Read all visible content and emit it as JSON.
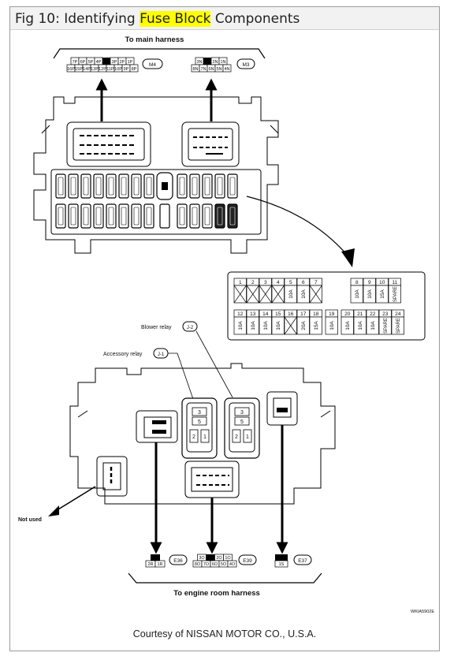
{
  "title": {
    "prefix": "Fig 10: Identifying ",
    "highlight": "Fuse Block",
    "suffix": " Components"
  },
  "labels": {
    "main_harness": "To main harness",
    "engine_harness": "To engine room harness",
    "blower_relay": "Blower relay",
    "blower_relay_id": "J-2",
    "accessory_relay": "Accessory relay",
    "accessory_relay_id": "J-1",
    "not_used": "Not used",
    "figure_code": "WKIA5902E",
    "credit": "Courtesy of NISSAN MOTOR CO., U.S.A."
  },
  "connectors": {
    "m4": {
      "id": "M4",
      "top": [
        "7P",
        "6P",
        "5P",
        "4P",
        "",
        "3P",
        "2P",
        "1P"
      ],
      "bottom": [
        "16P",
        "15P",
        "14P",
        "13P",
        "12P",
        "11P",
        "10P",
        "9P",
        "8P"
      ]
    },
    "m3": {
      "id": "M3",
      "top": [
        "3N",
        "",
        "2N",
        "1N"
      ],
      "bottom": [
        "8N",
        "7N",
        "6N",
        "5N",
        "4N"
      ]
    },
    "e36": {
      "id": "E36",
      "top": [
        ""
      ],
      "bottom": [
        "2R",
        "1R"
      ]
    },
    "e39": {
      "id": "E39",
      "top": [
        "3O",
        "",
        "2O",
        "1O"
      ],
      "bottom": [
        "8O",
        "7O",
        "6O",
        "5O",
        "4O"
      ]
    },
    "e37": {
      "id": "E37",
      "top": [
        ""
      ],
      "bottom": [
        "1S"
      ]
    }
  },
  "relays": {
    "pin_top": "3",
    "pin_mid": "5",
    "pin_left": "2",
    "pin_right": "1"
  },
  "fuse_table": {
    "row1": [
      {
        "num": "1",
        "val": ""
      },
      {
        "num": "2",
        "val": ""
      },
      {
        "num": "3",
        "val": ""
      },
      {
        "num": "4",
        "val": ""
      },
      {
        "num": "5",
        "val": "10A"
      },
      {
        "num": "6",
        "val": "10A"
      },
      {
        "num": "7",
        "val": ""
      },
      {
        "num": "8",
        "val": "10A"
      },
      {
        "num": "9",
        "val": "10A"
      },
      {
        "num": "10",
        "val": "15A"
      },
      {
        "num": "11",
        "val": "SPARE"
      }
    ],
    "row2": [
      {
        "num": "12",
        "val": "10A"
      },
      {
        "num": "13",
        "val": "10A"
      },
      {
        "num": "14",
        "val": "10A"
      },
      {
        "num": "15",
        "val": "10A"
      },
      {
        "num": "16",
        "val": ""
      },
      {
        "num": "17",
        "val": "20A"
      },
      {
        "num": "18",
        "val": "15A"
      },
      {
        "num": "19",
        "val": "10A"
      },
      {
        "num": "20",
        "val": "10A"
      },
      {
        "num": "21",
        "val": "10A"
      },
      {
        "num": "22",
        "val": "10A"
      },
      {
        "num": "23",
        "val": "SPARE"
      },
      {
        "num": "24",
        "val": "SPARE"
      }
    ]
  }
}
